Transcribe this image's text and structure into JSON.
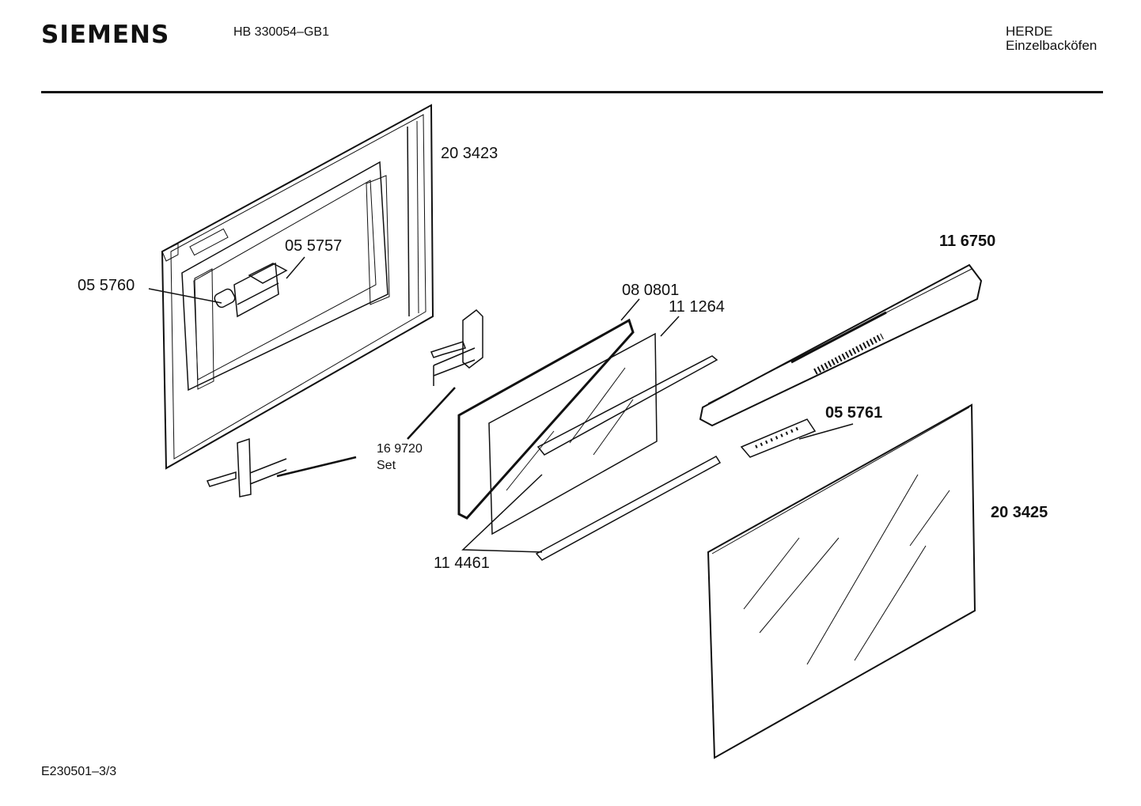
{
  "header": {
    "brand": "SIEMENS",
    "model": "HB 330054–GB1",
    "category_line1": "HERDE",
    "category_line2": "Einzelbacköfen"
  },
  "footer": {
    "drawing_id": "E230501–3/3"
  },
  "parts": {
    "door_frame": "20 3423",
    "clip_left": "05 5760",
    "bracket": "05 5757",
    "seal": "08 0801",
    "inner_glass": "11 1264",
    "hinge_set_number": "16 9720",
    "hinge_set_word": "Set",
    "glass_strip": "11 4461",
    "handle_bar": "11 6750",
    "vent_grille": "05 5761",
    "outer_glass": "20 3425"
  }
}
